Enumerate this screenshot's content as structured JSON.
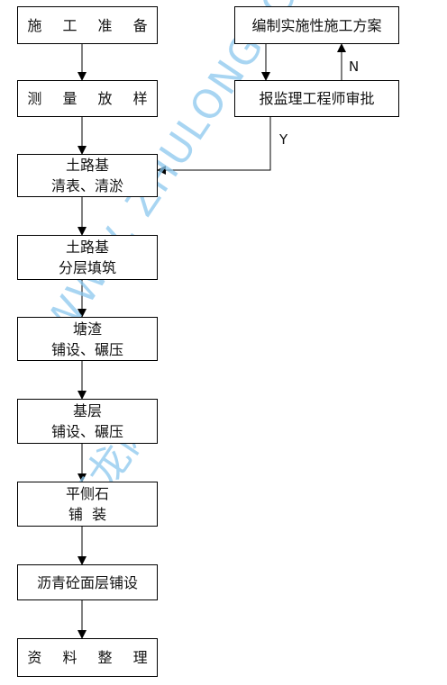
{
  "steps": {
    "s1": {
      "line1": "施 工 准 备"
    },
    "s2": {
      "line1": "测 量 放 样"
    },
    "s3": {
      "line1": "土路基",
      "line2": "清表、清淤"
    },
    "s4": {
      "line1": "土路基",
      "line2": "分层填筑"
    },
    "s5": {
      "line1": "塘渣",
      "line2": "铺设、碾压"
    },
    "s6": {
      "line1": "基层",
      "line2": "铺设、碾压"
    },
    "s7": {
      "line1": "平侧石",
      "line2": "铺  装"
    },
    "s8": {
      "line1": "沥青砼面层铺设"
    },
    "s9": {
      "line1": "资 料 整 理"
    }
  },
  "side": {
    "plan": "编制实施性施工方案",
    "approval": "报监理工程师审批",
    "no_label": "N",
    "yes_label": "Y"
  },
  "watermark": {
    "text": "WWW. ZHULONG. COM",
    "cn_text": "筑龙网",
    "color": "#8cc8ee"
  }
}
